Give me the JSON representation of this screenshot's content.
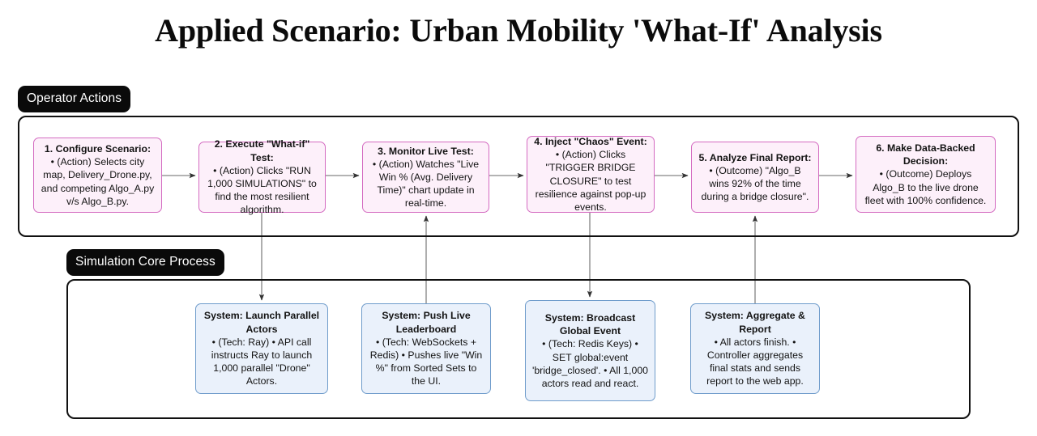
{
  "page": {
    "title": "Applied Scenario: Urban Mobility 'What-If' Analysis"
  },
  "colors": {
    "operator_node_fill": "#fdf0fa",
    "operator_node_border": "#d46bc1",
    "system_node_fill": "#eaf1fb",
    "system_node_border": "#6f9ccb",
    "subgraph_border": "#111111",
    "subgraph_label_bg": "#0a0a0a",
    "subgraph_label_text": "#ffffff",
    "edge_stroke": "#999999",
    "arrowhead": "#333333"
  },
  "subgraphs": [
    {
      "id": "operator",
      "label": "Operator Actions"
    },
    {
      "id": "simulation",
      "label": "Simulation Core Process"
    }
  ],
  "operator_nodes": [
    {
      "id": "n1",
      "title": "1. Configure Scenario:",
      "body": "• (Action) Selects city map, Delivery_Drone.py, and competing Algo_A.py v/s Algo_B.py."
    },
    {
      "id": "n2",
      "title": "2. Execute \"What-if\" Test:",
      "body": "• (Action) Clicks \"RUN 1,000 SIMULATIONS\" to find the most resilient algorithm."
    },
    {
      "id": "n3",
      "title": "3. Monitor Live Test:",
      "body": "• (Action) Watches \"Live Win % (Avg. Delivery Time)\" chart update in real-time."
    },
    {
      "id": "n4",
      "title": "4. Inject \"Chaos\" Event:",
      "body": "• (Action) Clicks \"TRIGGER BRIDGE CLOSURE\" to test resilience against pop-up events."
    },
    {
      "id": "n5",
      "title": "5. Analyze Final Report:",
      "body": "• (Outcome) \"Algo_B wins 92% of the time during a bridge closure\"."
    },
    {
      "id": "n6",
      "title": "6. Make Data-Backed Decision:",
      "body": "• (Outcome) Deploys Algo_B to the live drone fleet with 100% confidence."
    }
  ],
  "system_nodes": [
    {
      "id": "b1",
      "title": "System: Launch Parallel Actors",
      "body": "• (Tech: Ray) • API call instructs Ray to launch 1,000 parallel \"Drone\" Actors."
    },
    {
      "id": "b2",
      "title": "System: Push Live Leaderboard",
      "body": "• (Tech: WebSockets + Redis) • Pushes live \"Win %\" from Sorted Sets to the UI."
    },
    {
      "id": "b3",
      "title": "System: Broadcast Global Event",
      "body": "• (Tech: Redis Keys) • SET global:event 'bridge_closed'. • All 1,000 actors read and react."
    },
    {
      "id": "b4",
      "title": "System: Aggregate & Report",
      "body": "• All actors finish. • Controller aggregates final stats and sends report to the web app."
    }
  ],
  "edges": [
    {
      "from": "n1",
      "to": "n2",
      "direction": "right"
    },
    {
      "from": "n2",
      "to": "n3",
      "direction": "right"
    },
    {
      "from": "n3",
      "to": "n4",
      "direction": "right"
    },
    {
      "from": "n4",
      "to": "n5",
      "direction": "right"
    },
    {
      "from": "n5",
      "to": "n6",
      "direction": "right"
    },
    {
      "from": "n2",
      "to": "b1",
      "direction": "down"
    },
    {
      "from": "b2",
      "to": "n3",
      "direction": "up"
    },
    {
      "from": "n4",
      "to": "b3",
      "direction": "down"
    },
    {
      "from": "b4",
      "to": "n5",
      "direction": "up"
    }
  ]
}
